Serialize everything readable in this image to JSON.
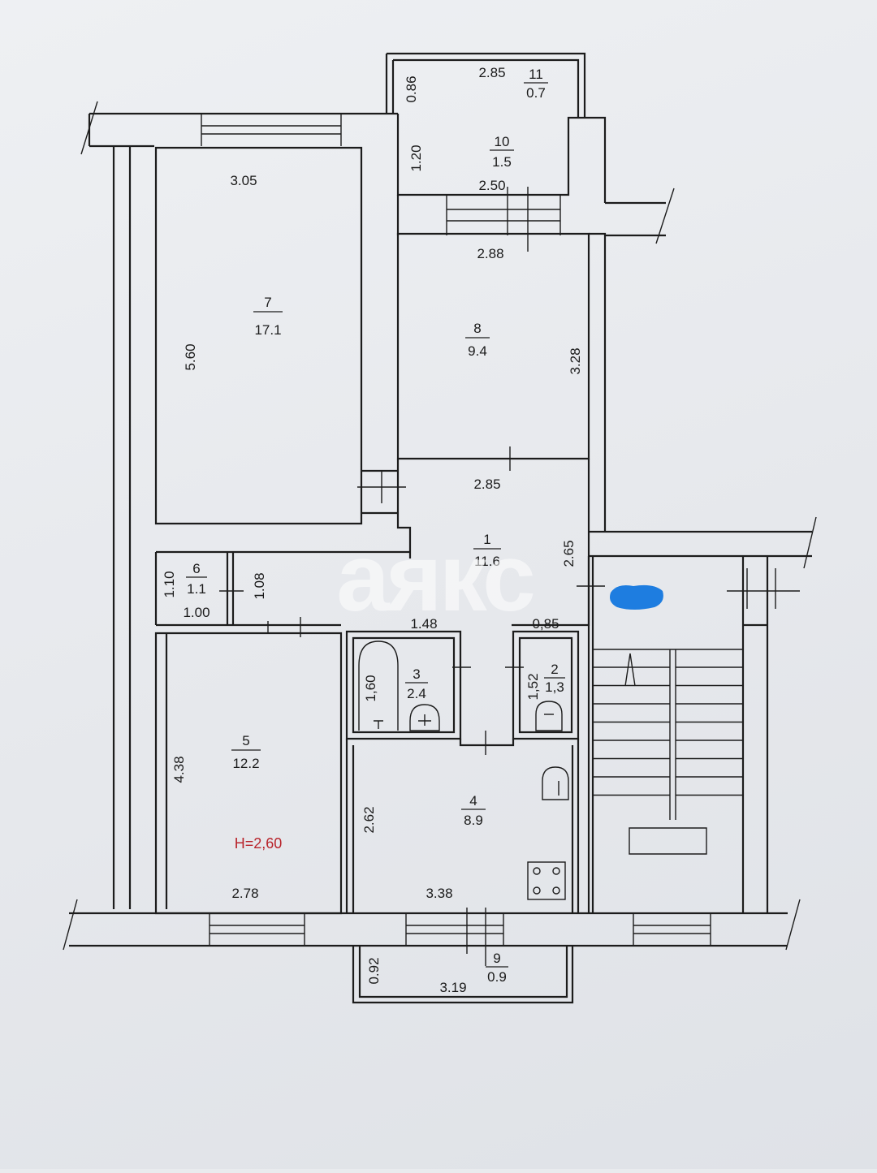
{
  "plan": {
    "watermark": "аякс",
    "ceiling_height": "Н=2,60",
    "rooms": [
      {
        "id": "1",
        "number": "1",
        "area": "11.6"
      },
      {
        "id": "2",
        "number": "2",
        "area": "1,3"
      },
      {
        "id": "3",
        "number": "3",
        "area": "2.4"
      },
      {
        "id": "4",
        "number": "4",
        "area": "8.9"
      },
      {
        "id": "5",
        "number": "5",
        "area": "12.2"
      },
      {
        "id": "6",
        "number": "6",
        "area": "1.1"
      },
      {
        "id": "7",
        "number": "7",
        "area": "17.1"
      },
      {
        "id": "8",
        "number": "8",
        "area": "9.4"
      },
      {
        "id": "9",
        "number": "9",
        "area": "0.9"
      },
      {
        "id": "10",
        "number": "10",
        "area": "1.5"
      },
      {
        "id": "11",
        "number": "11",
        "area": "0.7"
      }
    ],
    "dimensions": {
      "d_2_85_top": "2.85",
      "d_0_86": "0.86",
      "d_1_20": "1.20",
      "d_2_50": "2.50",
      "d_3_05": "3.05",
      "d_2_88": "2.88",
      "d_5_60": "5.60",
      "d_3_28": "3.28",
      "d_2_85_hall": "2.85",
      "d_2_65": "2.65",
      "d_1_10": "1.10",
      "d_1_08": "1.08",
      "d_1_00": "1.00",
      "d_1_48": "1.48",
      "d_0_85": "0,85",
      "d_1_60": "1,60",
      "d_1_52": "1,52",
      "d_4_38": "4.38",
      "d_2_62": "2.62",
      "d_2_78": "2.78",
      "d_3_38": "3.38",
      "d_0_92": "0.92",
      "d_3_19": "3.19"
    },
    "colors": {
      "line": "#1c1c1c",
      "highlight": "#1e7de0",
      "height_label": "#b8232a",
      "watermark": "#ffffff"
    }
  }
}
